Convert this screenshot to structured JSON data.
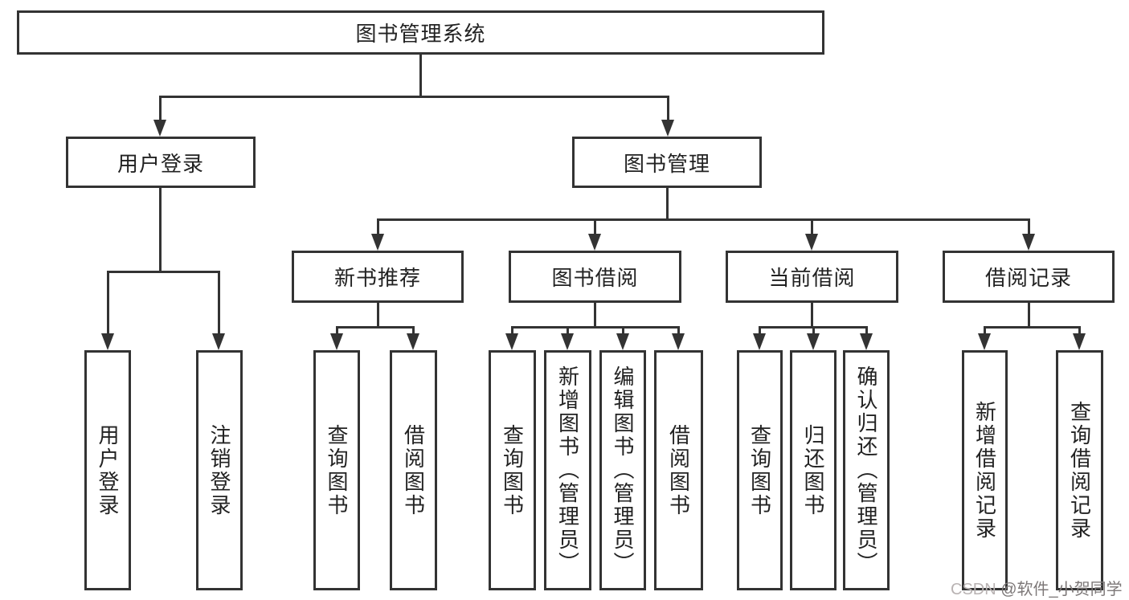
{
  "diagram": {
    "title": "图书管理系统",
    "level2": [
      {
        "label": "用户登录"
      },
      {
        "label": "图书管理"
      }
    ],
    "level3": [
      {
        "label": "新书推荐"
      },
      {
        "label": "图书借阅"
      },
      {
        "label": "当前借阅"
      },
      {
        "label": "借阅记录"
      }
    ],
    "leaves": [
      {
        "label": "用户登录"
      },
      {
        "label": "注销登录"
      },
      {
        "label": "查询图书"
      },
      {
        "label": "借阅图书"
      },
      {
        "label": "查询图书"
      },
      {
        "label": "新增图书（管理员）"
      },
      {
        "label": "编辑图书（管理员）"
      },
      {
        "label": "借阅图书"
      },
      {
        "label": "查询图书"
      },
      {
        "label": "归还图书"
      },
      {
        "label": "确认归还（管理员）"
      },
      {
        "label": "新增借阅记录"
      },
      {
        "label": "查询借阅记录"
      }
    ]
  },
  "watermark": {
    "prefix": "CSDN ",
    "handle": "@软件_小贺同学"
  },
  "colors": {
    "line": "#333333",
    "box_border": "#333333",
    "text": "#222222",
    "background": "#ffffff",
    "watermark_prefix": "#b9b3b3",
    "watermark_handle": "#7d7878"
  }
}
